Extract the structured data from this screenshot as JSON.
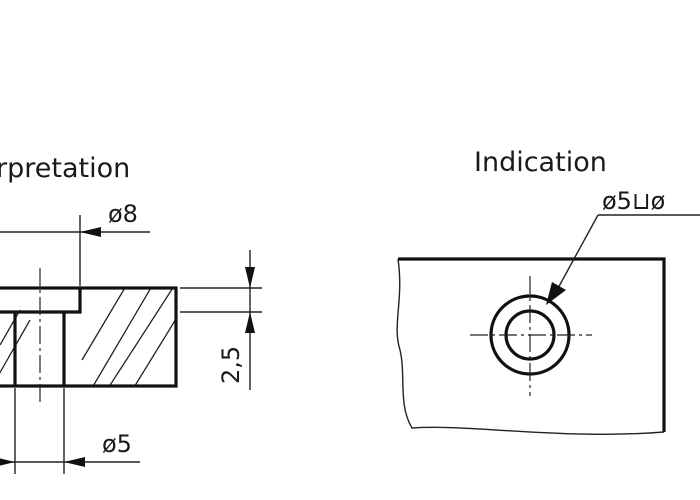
{
  "interpretation": {
    "heading": "rpretation",
    "dim_top": "ø8",
    "dim_bottom": "ø5",
    "dim_depth": "2,5"
  },
  "indication": {
    "heading": "Indication",
    "callout": "ø5⊔ø"
  }
}
